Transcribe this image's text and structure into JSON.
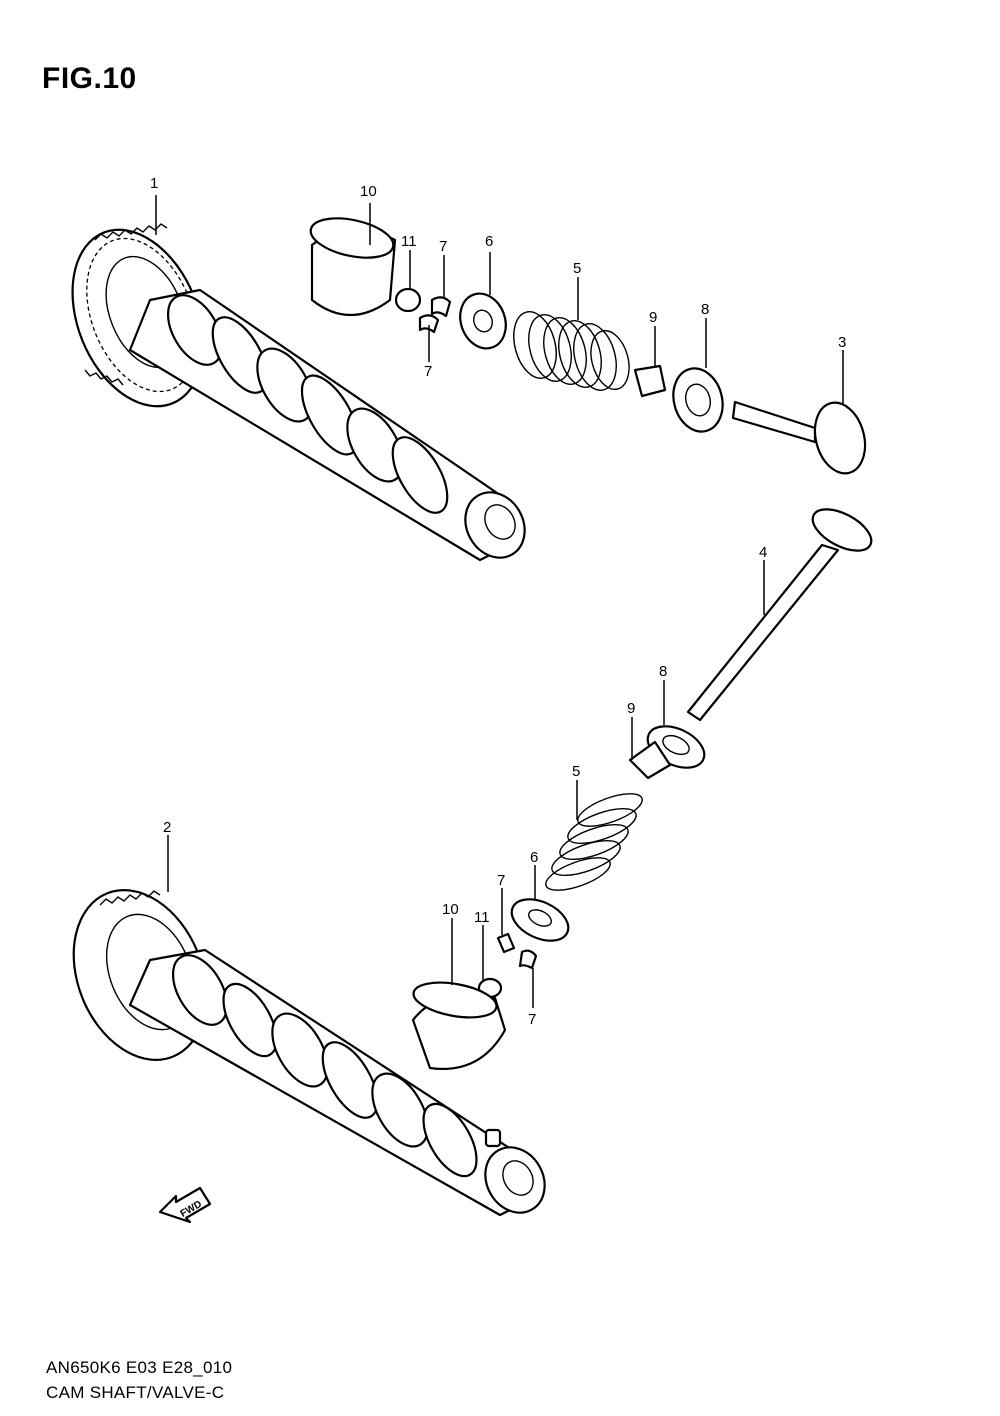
{
  "title": "FIG.10",
  "footer": {
    "line1": "AN650K6 E03 E28_010",
    "line2": "CAM SHAFT/VALVE-C"
  },
  "fwd_label": "FWD",
  "callouts": [
    "1",
    "10",
    "11",
    "7",
    "6",
    "5",
    "9",
    "8",
    "3",
    "7",
    "4",
    "8",
    "9",
    "5",
    "2",
    "6",
    "7",
    "10",
    "11",
    "7"
  ]
}
